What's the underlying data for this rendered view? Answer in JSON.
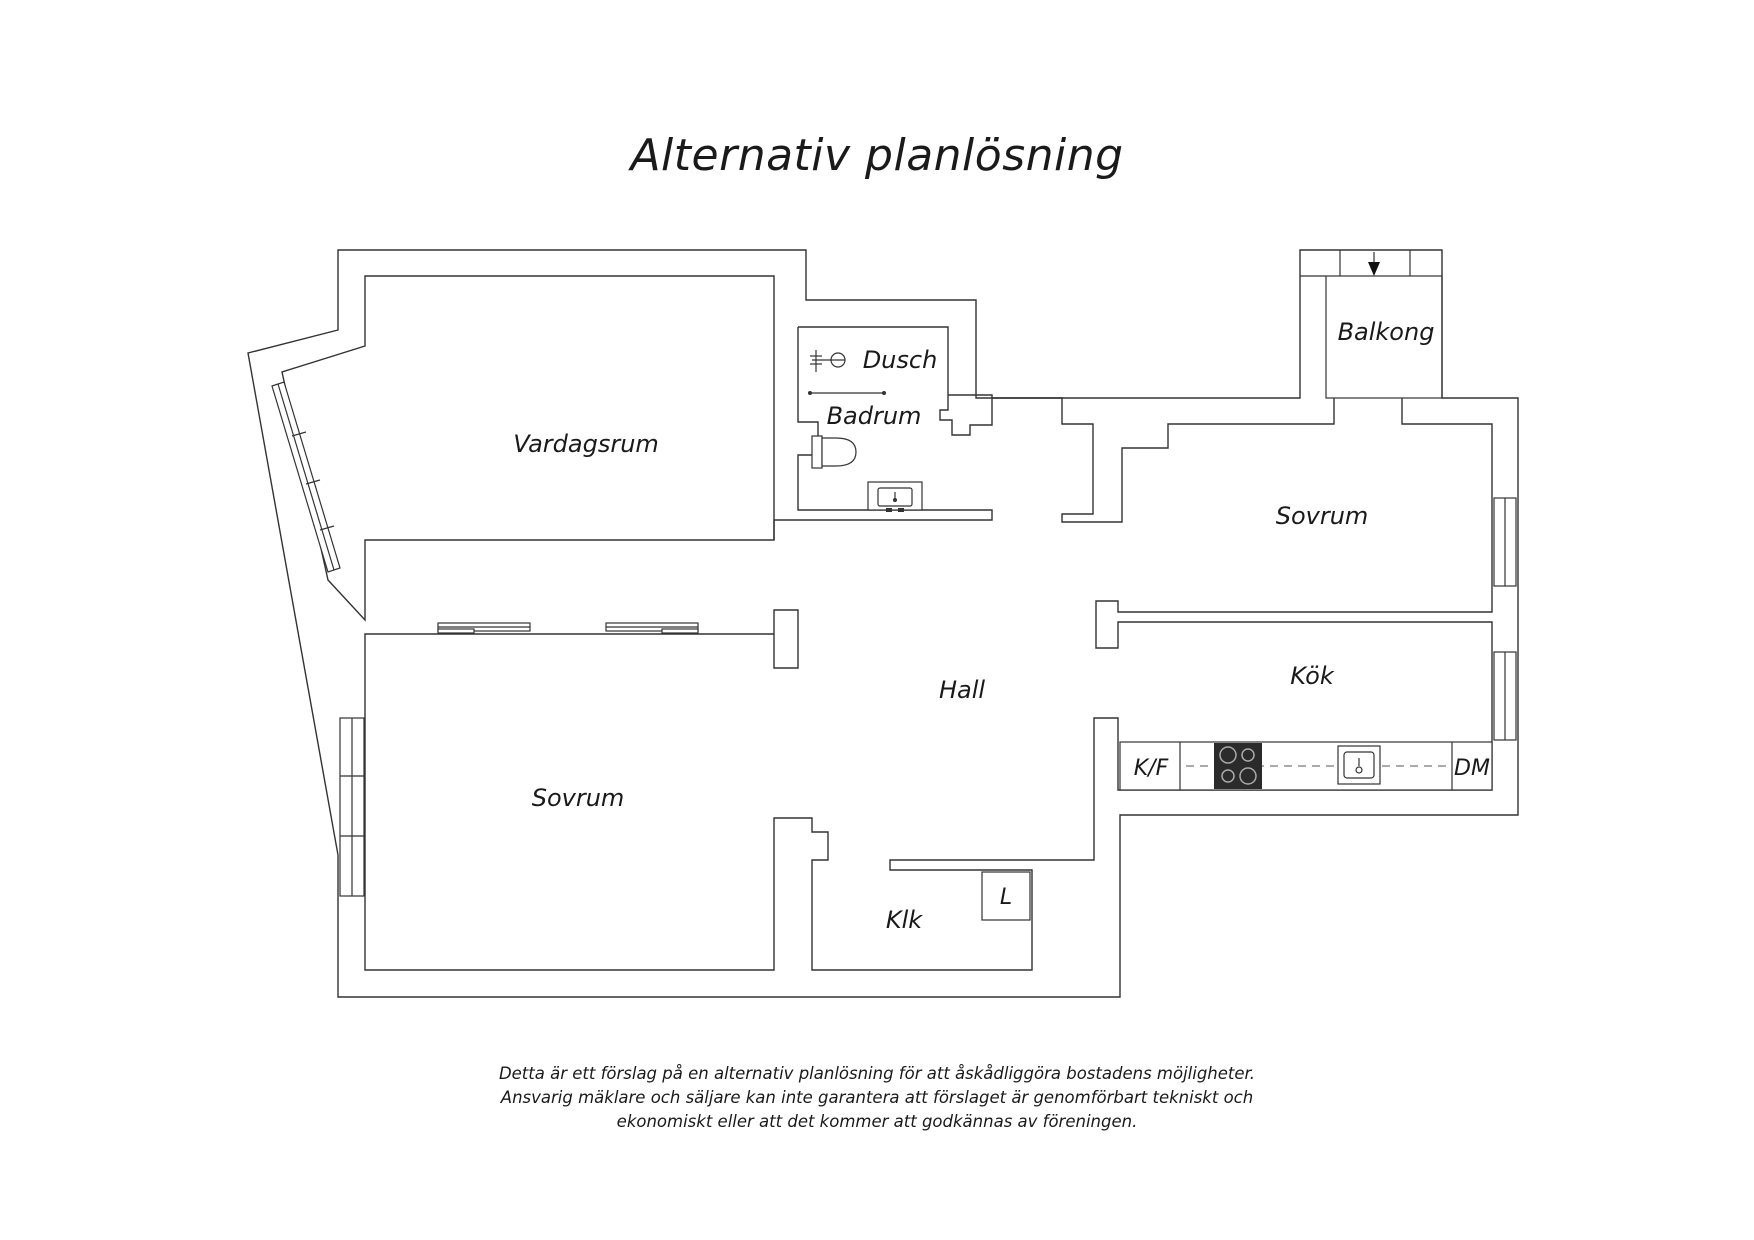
{
  "title": "Alternativ planlösning",
  "rooms": {
    "vardagsrum": "Vardagsrum",
    "dusch": "Dusch",
    "badrum": "Badrum",
    "balkong": "Balkong",
    "sovrum_right": "Sovrum",
    "hall": "Hall",
    "kok": "Kök",
    "sovrum_left": "Sovrum",
    "klk": "Klk"
  },
  "fixtures": {
    "kf": "K/F",
    "dm": "DM",
    "linen": "L"
  },
  "disclaimer": [
    "Detta är ett förslag på en alternativ planlösning för att åskådliggöra bostadens möjligheter.",
    "Ansvarig mäklare och säljare kan inte garantera att förslaget är genomförbart tekniskt och",
    "ekonomiskt eller att det kommer att godkännas av föreningen."
  ],
  "colors": {
    "line": "#333333",
    "stove": "#2b2b2b",
    "background": "#ffffff"
  }
}
